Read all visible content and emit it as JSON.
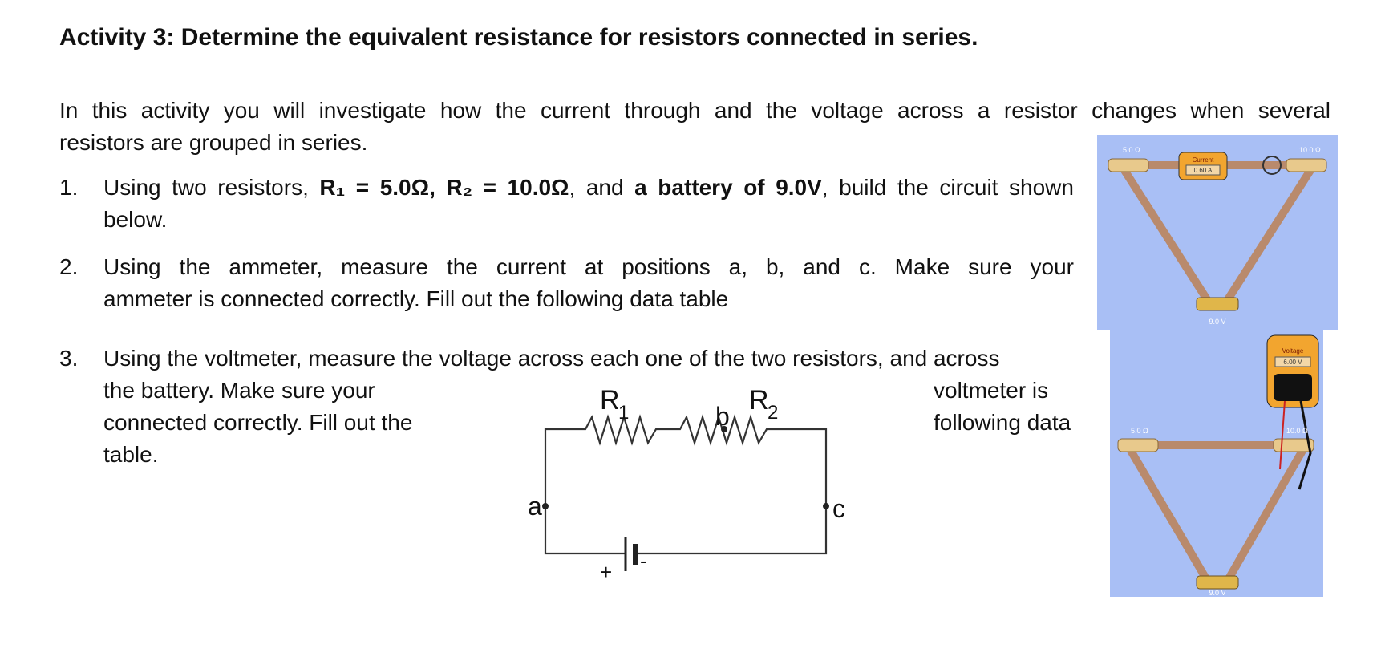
{
  "title": "Activity 3: Determine the equivalent resistance for resistors connected in series.",
  "intro_line1": "In this activity you will investigate how the current through and the voltage across a resistor changes when several",
  "intro_line2": "resistors are grouped in series.",
  "item1": {
    "number": "1.",
    "pre": "Using two resistors, ",
    "r1": "R₁ = 5.0Ω, R₂ = 10.0Ω",
    "mid": ", and ",
    "battery": "a battery of 9.0V",
    "post": ", build the circuit shown",
    "line2": "below."
  },
  "item2": {
    "number": "2.",
    "line1": "Using the ammeter, measure the current at positions a, b, and c. Make sure your",
    "line2": "ammeter is connected correctly. Fill out the following data table"
  },
  "item3": {
    "number": "3.",
    "line1": "Using the voltmeter, measure the voltage across each one of the two resistors, and across",
    "line2_left": "the battery. Make sure your",
    "line2_right": "voltmeter is",
    "line3_left": "connected correctly. Fill out the",
    "line3_right": "following data",
    "line4_left": "table."
  },
  "circuit": {
    "r1_label": "R",
    "r1_sub": "1",
    "r2_label": "R",
    "r2_sub": "2",
    "node_a": "a",
    "node_b": "b",
    "node_c": "c",
    "plus": "+",
    "minus": "-"
  },
  "sim_top": {
    "left_resistor_label": "5.0 Ω",
    "right_resistor_label": "10.0 Ω",
    "meter_title": "Current",
    "meter_value": "0.60 A",
    "battery_label": "9.0 V"
  },
  "sim_bottom": {
    "left_resistor_label": "5.0 Ω",
    "right_resistor_label": "10.0 Ω",
    "meter_title": "Voltage",
    "meter_value": "6.00 V",
    "battery_label": "9.0 V"
  },
  "colors": {
    "panel": "#a9bff5",
    "wire": "#b98a6c",
    "resistor": "#e8c98c",
    "meter": "#f2a52f"
  }
}
